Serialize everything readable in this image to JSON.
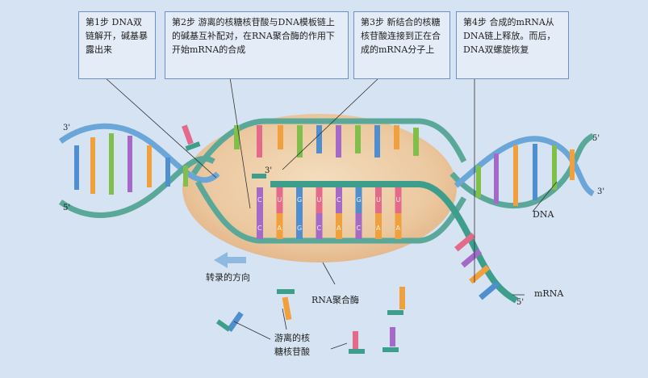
{
  "steps": [
    {
      "text": "第1步  DNA双链解开，碱基暴露出来"
    },
    {
      "text": "第2步  游离的核糖核苷酸与DNA模板链上的碱基互补配对，在RNA聚合酶的作用下开始mRNA的合成"
    },
    {
      "text": "第3步  新结合的核糖核苷酸连接到正在合成的mRNA分子上"
    },
    {
      "text": "第4步  合成的mRNA从DNA链上释放。而后，DNA双螺旋恢复"
    }
  ],
  "labels": {
    "direction": "转录的方向",
    "polymerase": "RNA聚合酶",
    "free_nucleotides": "游离的核糖核苷酸",
    "dna": "DNA",
    "mrna": "mRNA"
  },
  "ends": {
    "left_top": "3'",
    "left_bottom": "5'",
    "right_top": "5'",
    "right_bottom": "3'",
    "center": "3'",
    "mrna_end": "5'"
  },
  "template_bases": [
    "C",
    "A",
    "G",
    "C",
    "A",
    "C",
    "A",
    "A"
  ],
  "rna_bases": [
    "C",
    "U",
    "G",
    "U",
    "C",
    "G",
    "U",
    "U"
  ],
  "colors": {
    "background": "#d6e3f2",
    "enzyme": "#eec596",
    "backbone_teal": "#5aa89a",
    "backbone_blue": "#6aa6d8",
    "base_A": "#f0a03c",
    "base_T": "#7fbf4a",
    "base_G": "#4f8fd0",
    "base_C": "#a569c8",
    "base_U": "#e36a8a"
  }
}
